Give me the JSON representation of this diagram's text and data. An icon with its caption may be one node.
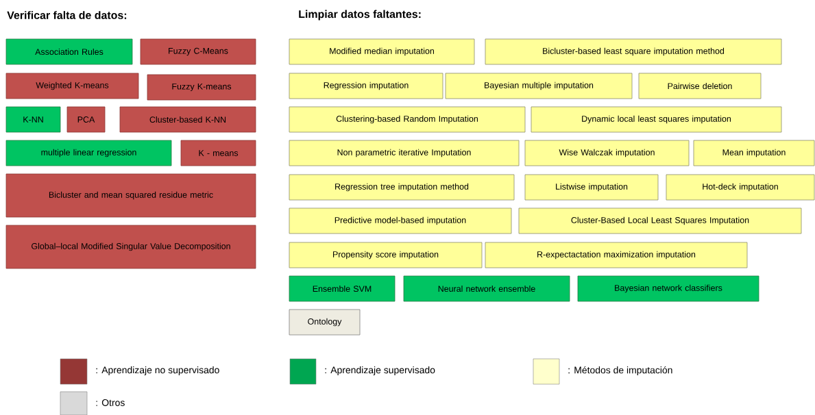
{
  "diagram": {
    "nodes": [
      {
        "text": [
          "Association Rules"
        ]
      },
      {
        "text": [
          "Fuzzy C-Means"
        ]
      },
      {
        "text": [
          "Weighted K-means"
        ]
      },
      {
        "text": [
          "Fuzzy K-means"
        ]
      },
      {
        "text": [
          "K-NN"
        ]
      },
      {
        "text": [
          "PCA"
        ]
      },
      {
        "text": [
          "Cluster-based K-NN"
        ]
      },
      {
        "text": [
          "multiple linear regression"
        ]
      },
      {
        "text": [
          "K - means"
        ]
      },
      {
        "text": [
          "Bicluster and mean squared residue metric"
        ]
      },
      {
        "text": [
          "Global–local Modified Singular Value Decomposition"
        ]
      },
      {
        "text": [
          "Modified median imputation"
        ]
      },
      {
        "text": [
          "Bicluster-based least square imputation method"
        ]
      },
      {
        "text": [
          "Regression imputation"
        ]
      },
      {
        "text": [
          "Bayesian multiple imputation"
        ]
      },
      {
        "text": [
          "Pairwise deletion"
        ]
      },
      {
        "text": [
          "Clustering-based Random Imputation"
        ]
      },
      {
        "text": [
          "Dynamic local least squares imputation"
        ]
      },
      {
        "text": [
          "Non parametric iterative Imputation"
        ]
      },
      {
        "text": [
          "Wise Walczak imputation"
        ]
      },
      {
        "text": [
          "Mean imputation"
        ]
      },
      {
        "text": [
          "Regression tree imputation method"
        ]
      },
      {
        "text": [
          "Listwise imputation"
        ]
      },
      {
        "text": [
          "Hot-deck imputation"
        ]
      },
      {
        "text": [
          "Predictive model-based imputation"
        ]
      },
      {
        "text": [
          "Cluster-Based Local Least Squares Imputation"
        ]
      },
      {
        "text": [
          "Propensity score imputation"
        ]
      },
      {
        "text": [
          "R-expectactation maximization imputation"
        ]
      },
      {
        "text": [
          "Ensemble SVM"
        ]
      },
      {
        "text": [
          "Neural network ensemble"
        ]
      },
      {
        "text": [
          "Bayesian network classifiers"
        ]
      },
      {
        "text": [
          "Ontology"
        ]
      }
    ],
    "labels": [
      "Verificar falta de datos:",
      "Limpiar datos faltantes:"
    ],
    "legend": [
      {
        "text": ": Aprendizaje no supervisado",
        "color": "#953735"
      },
      {
        "text": ": Aprendizaje supervisado",
        "color": "#00a651"
      },
      {
        "text": ": Métodos de imputación",
        "color": "#ffffcc"
      },
      {
        "text": ": Otros",
        "color": "#d9d9d9"
      }
    ]
  }
}
